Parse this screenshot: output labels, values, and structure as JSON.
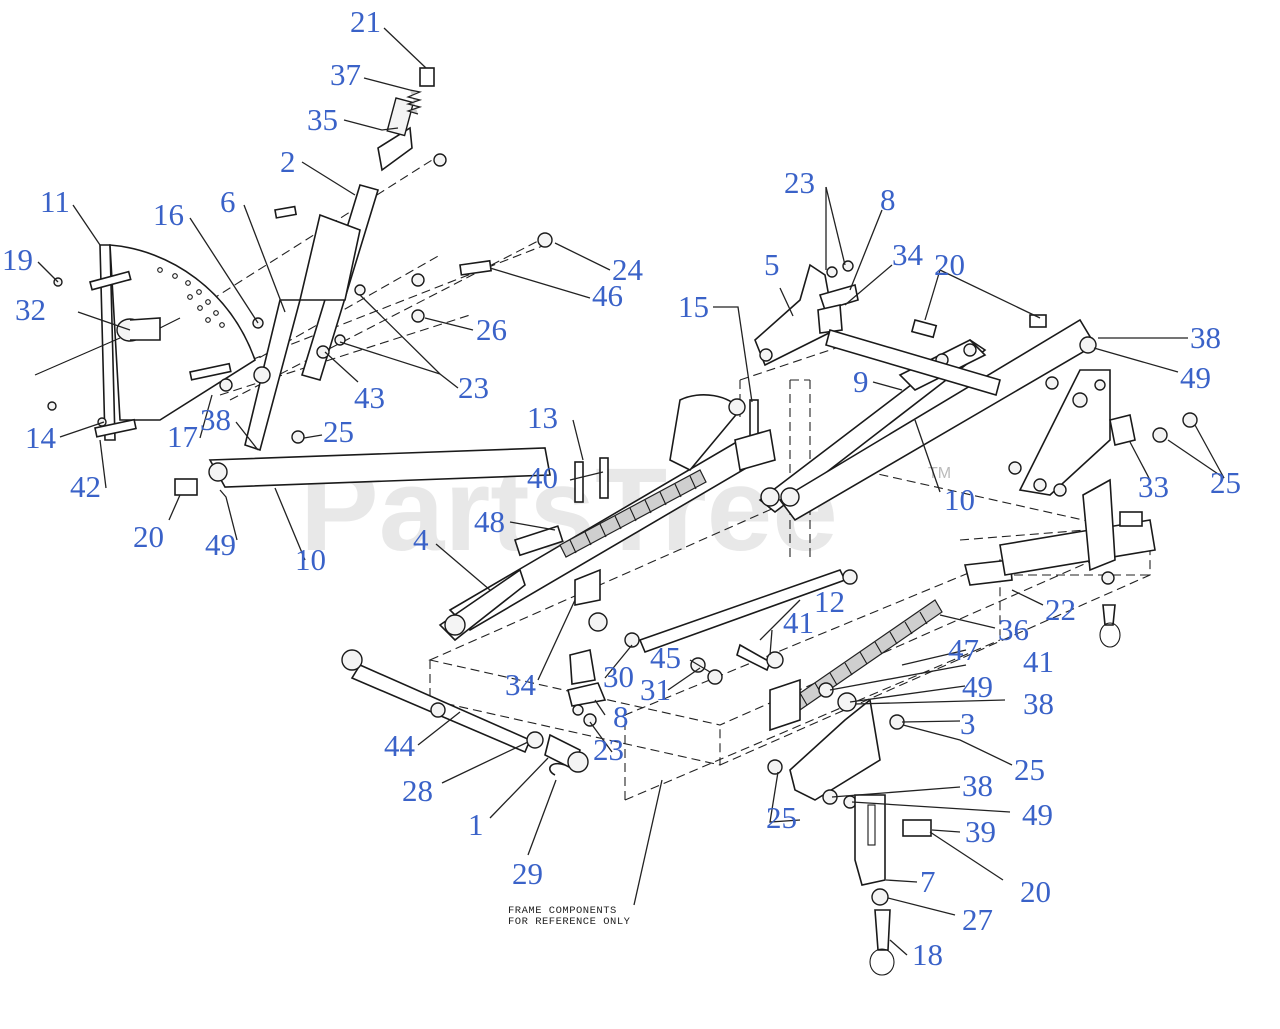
{
  "watermark": {
    "brand": "PartsTree",
    "trademark": "TM"
  },
  "note": {
    "line1": "FRAME COMPONENTS",
    "line2": "FOR REFERENCE ONLY"
  },
  "callouts": [
    "21",
    "37",
    "35",
    "2",
    "11",
    "16",
    "6",
    "19",
    "32",
    "14",
    "42",
    "17",
    "38",
    "20",
    "49",
    "10",
    "25",
    "43",
    "23",
    "24",
    "46",
    "26",
    "13",
    "40",
    "48",
    "4",
    "34",
    "8",
    "23",
    "30",
    "31",
    "45",
    "12",
    "41",
    "15",
    "5",
    "23",
    "8",
    "34",
    "20",
    "38",
    "49",
    "9",
    "10",
    "33",
    "25",
    "22",
    "36",
    "47",
    "41",
    "49",
    "38",
    "3",
    "25",
    "44",
    "28",
    "1",
    "29",
    "38",
    "49",
    "39",
    "20",
    "7",
    "27",
    "18",
    "25"
  ]
}
